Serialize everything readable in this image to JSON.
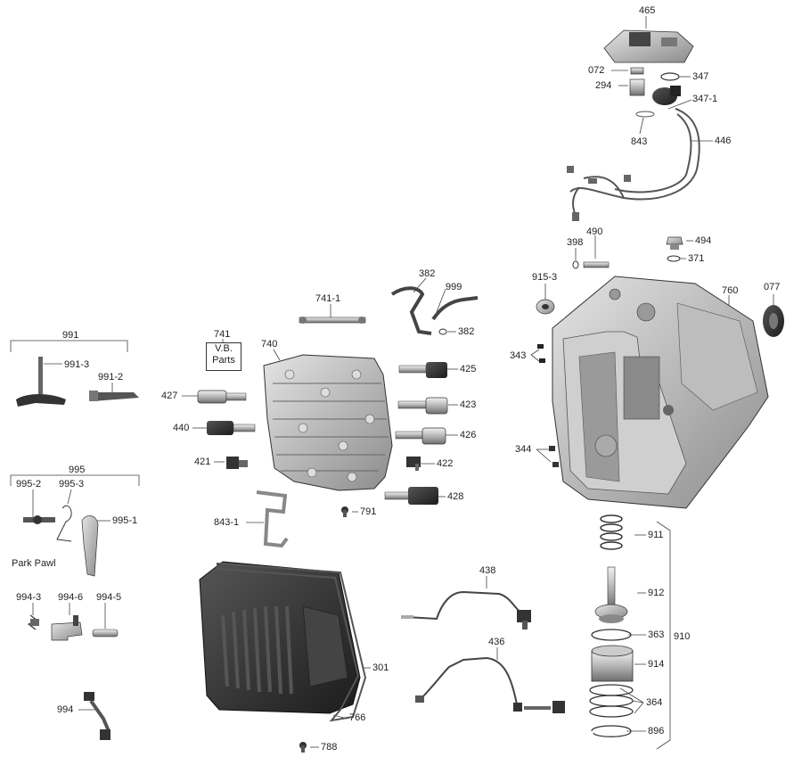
{
  "labels": {
    "p465": "465",
    "p072": "072",
    "p347": "347",
    "p294": "294",
    "p347_1": "347-1",
    "p843": "843",
    "p446": "446",
    "p490": "490",
    "p398": "398",
    "p494": "494",
    "p371": "371",
    "p915_3": "915-3",
    "p382a": "382",
    "p999": "999",
    "p382b": "382",
    "p760": "760",
    "p077": "077",
    "p741_1": "741-1",
    "p741": "741",
    "p740": "740",
    "p343": "343",
    "p991": "991",
    "p991_3": "991-3",
    "p991_2": "991-2",
    "p425": "425",
    "p427": "427",
    "p423": "423",
    "p440": "440",
    "p426": "426",
    "p421": "421",
    "p422": "422",
    "p344": "344",
    "p995": "995",
    "p995_2": "995-2",
    "p995_3": "995-3",
    "p995_1": "995-1",
    "p428": "428",
    "p791": "791",
    "p843_1": "843-1",
    "p911": "911",
    "park_pawl": "Park Pawl",
    "p438": "438",
    "p912": "912",
    "p994_3": "994-3",
    "p994_6": "994-6",
    "p994_5": "994-5",
    "p363": "363",
    "p910": "910",
    "p436": "436",
    "p914": "914",
    "p301": "301",
    "p364": "364",
    "p994": "994",
    "p766": "766",
    "p896": "896",
    "p788": "788"
  },
  "vb_box": {
    "line1": "V.B.",
    "line2": "Parts"
  }
}
